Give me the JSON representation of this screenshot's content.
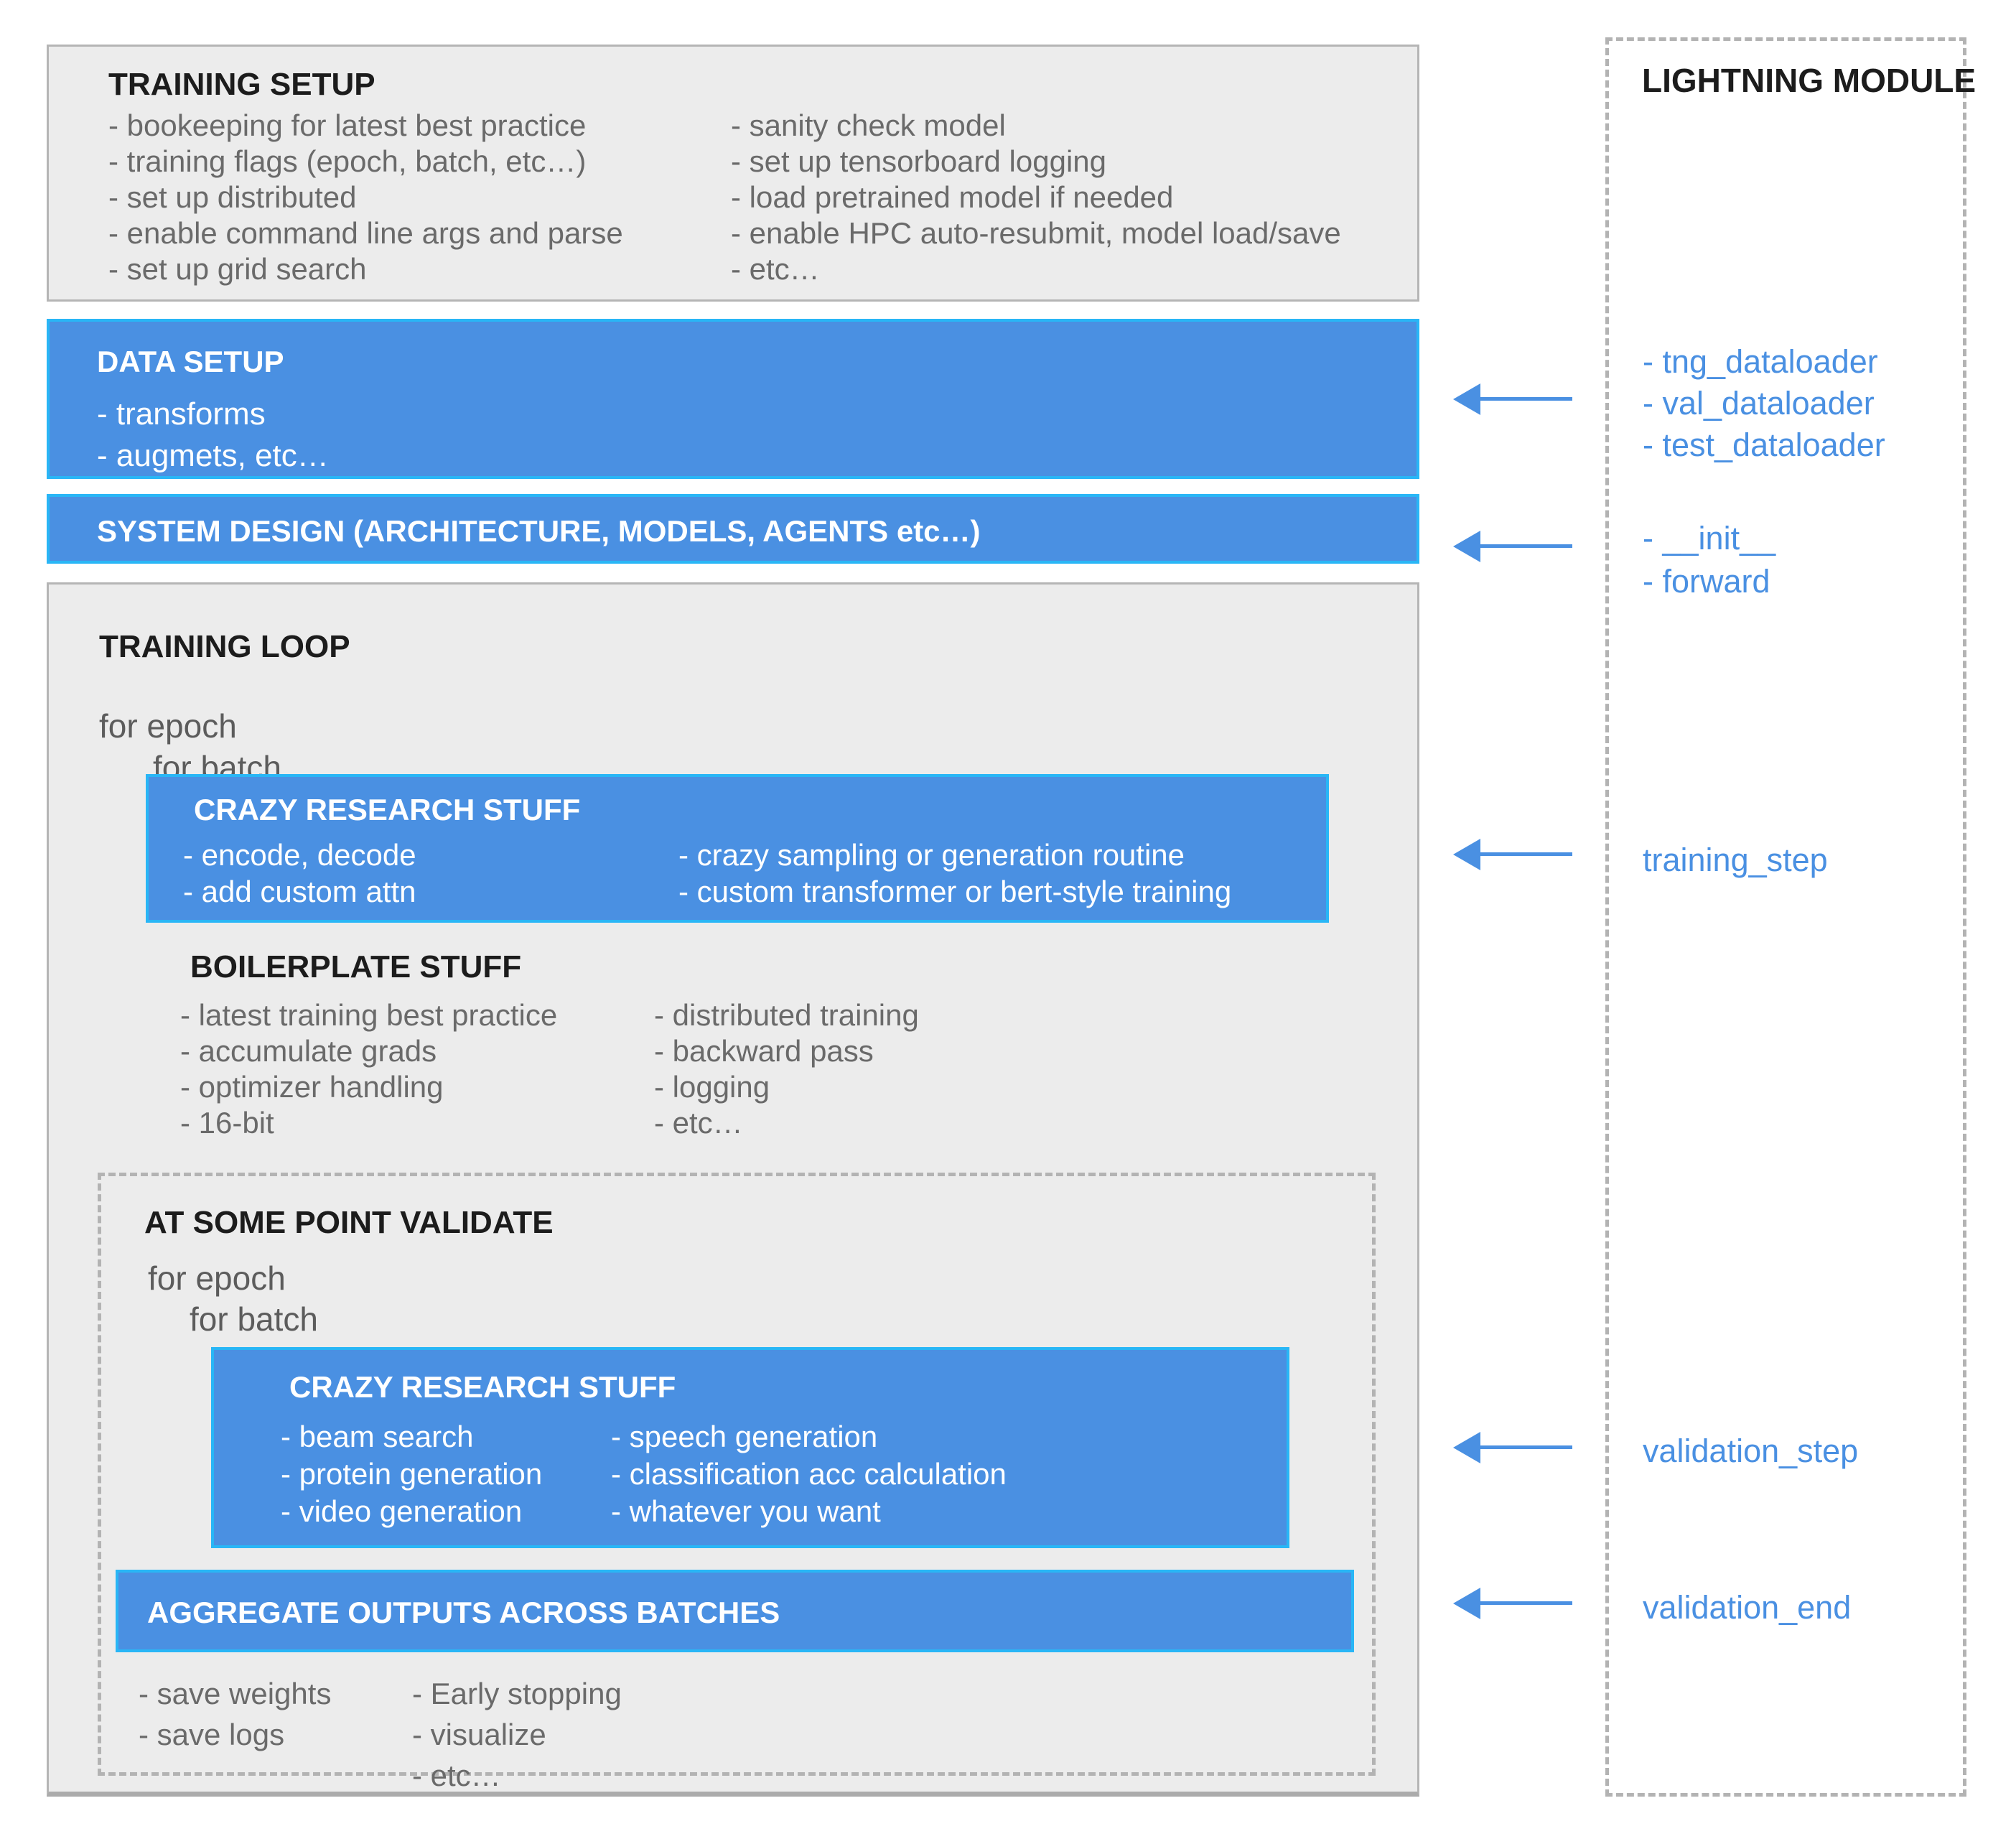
{
  "colors": {
    "box_blue": "#4a90e2",
    "box_blue_border": "#29b6f6",
    "panel_gray": "#ececec",
    "border_gray": "#b5b5b5",
    "accent_text_blue": "#4a90e2"
  },
  "training_setup": {
    "title": "TRAINING SETUP",
    "left": [
      "- bookeeping for latest best practice",
      "- training flags (epoch, batch, etc…)",
      "- set up distributed",
      "- enable command line args and parse",
      "- set up grid search"
    ],
    "right": [
      "- sanity check model",
      "- set up tensorboard logging",
      "- load pretrained model if needed",
      "- enable HPC auto-resubmit, model load/save",
      "- etc…"
    ]
  },
  "data_setup": {
    "title": "DATA SETUP",
    "items": [
      "- transforms",
      "- augmets, etc…"
    ]
  },
  "system_design": {
    "title": "SYSTEM DESIGN (ARCHITECTURE, MODELS, AGENTS etc…)"
  },
  "training_loop": {
    "title": "TRAINING LOOP",
    "for_epoch": "for epoch",
    "for_batch": "for batch",
    "crazy_research": {
      "title": "CRAZY RESEARCH STUFF",
      "left": [
        "- encode, decode",
        "- add custom attn"
      ],
      "right": [
        "- crazy sampling or generation routine",
        "- custom transformer or bert-style training"
      ]
    },
    "boilerplate": {
      "title": "BOILERPLATE STUFF",
      "left": [
        "- latest training best practice",
        "- accumulate grads",
        "- optimizer handling",
        "- 16-bit"
      ],
      "right": [
        "- distributed training",
        "- backward pass",
        "- logging",
        "- etc…"
      ]
    },
    "validate": {
      "title": "AT SOME POINT VALIDATE",
      "for_epoch": "for epoch",
      "for_batch": "for batch",
      "crazy_research": {
        "title": "CRAZY RESEARCH STUFF",
        "left": [
          "- beam search",
          "- protein generation",
          "- video generation"
        ],
        "right": [
          "- speech generation",
          "- classification acc calculation",
          "- whatever you want"
        ]
      },
      "aggregate": {
        "title": "AGGREGATE OUTPUTS ACROSS BATCHES"
      },
      "outputs": {
        "left": [
          "- save weights",
          "- save logs"
        ],
        "right": [
          "- Early stopping",
          "- visualize",
          "- etc…"
        ]
      }
    }
  },
  "lightning_module": {
    "title": "LIGHTNING MODULE",
    "dataloaders": [
      "- tng_dataloader",
      "- val_dataloader",
      "- test_dataloader"
    ],
    "init_forward": [
      "- __init__",
      "- forward"
    ],
    "training_step": "training_step",
    "validation_step": "validation_step",
    "validation_end": "validation_end"
  }
}
